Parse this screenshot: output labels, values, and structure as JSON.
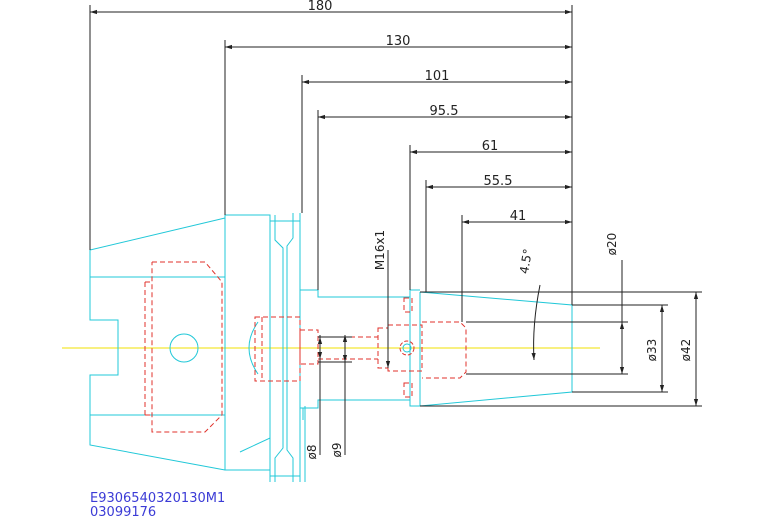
{
  "colors": {
    "outline": "#22c8d8",
    "hidden": "#e0322b",
    "centerline": "#f0e000",
    "dimension": "#222222",
    "caption": "#3b3bd6"
  },
  "dimensions": {
    "d180": "180",
    "d130": "130",
    "d101": "101",
    "d95_5": "95.5",
    "d61": "61",
    "d55_5": "55.5",
    "d41": "41"
  },
  "labels": {
    "thread": "M16x1",
    "angle": "4.5°",
    "dia20": "ø20",
    "dia33": "ø33",
    "dia42": "ø42",
    "dia8": "ø8",
    "dia9": "ø9"
  },
  "caption": {
    "line1": "E9306540320130M1",
    "line2": "03099176"
  }
}
